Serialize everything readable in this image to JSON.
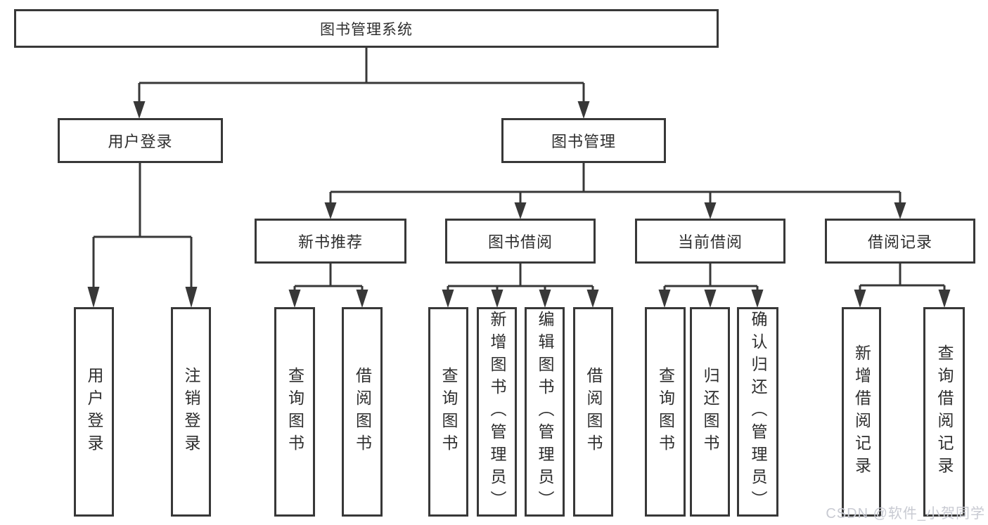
{
  "colors": {
    "line": "#383838",
    "box_background": "#ffffff",
    "text": "#2e2e2e",
    "watermark": "#c8cad2"
  },
  "watermark": "CSDN @软件_小贺同学",
  "tree": {
    "root": "图书管理系统",
    "branches": [
      {
        "label": "用户登录",
        "children": [
          "用户登录",
          "注销登录"
        ]
      },
      {
        "label": "图书管理",
        "children": [
          {
            "label": "新书推荐",
            "children": [
              "查询图书",
              "借阅图书"
            ]
          },
          {
            "label": "图书借阅",
            "children": [
              "查询图书",
              "新增图书（管理员）",
              "编辑图书（管理员）",
              "借阅图书"
            ]
          },
          {
            "label": "当前借阅",
            "children": [
              "查询图书",
              "归还图书",
              "确认归还（管理员）"
            ]
          },
          {
            "label": "借阅记录",
            "children": [
              "新增借阅记录",
              "查询借阅记录"
            ]
          }
        ]
      }
    ]
  }
}
